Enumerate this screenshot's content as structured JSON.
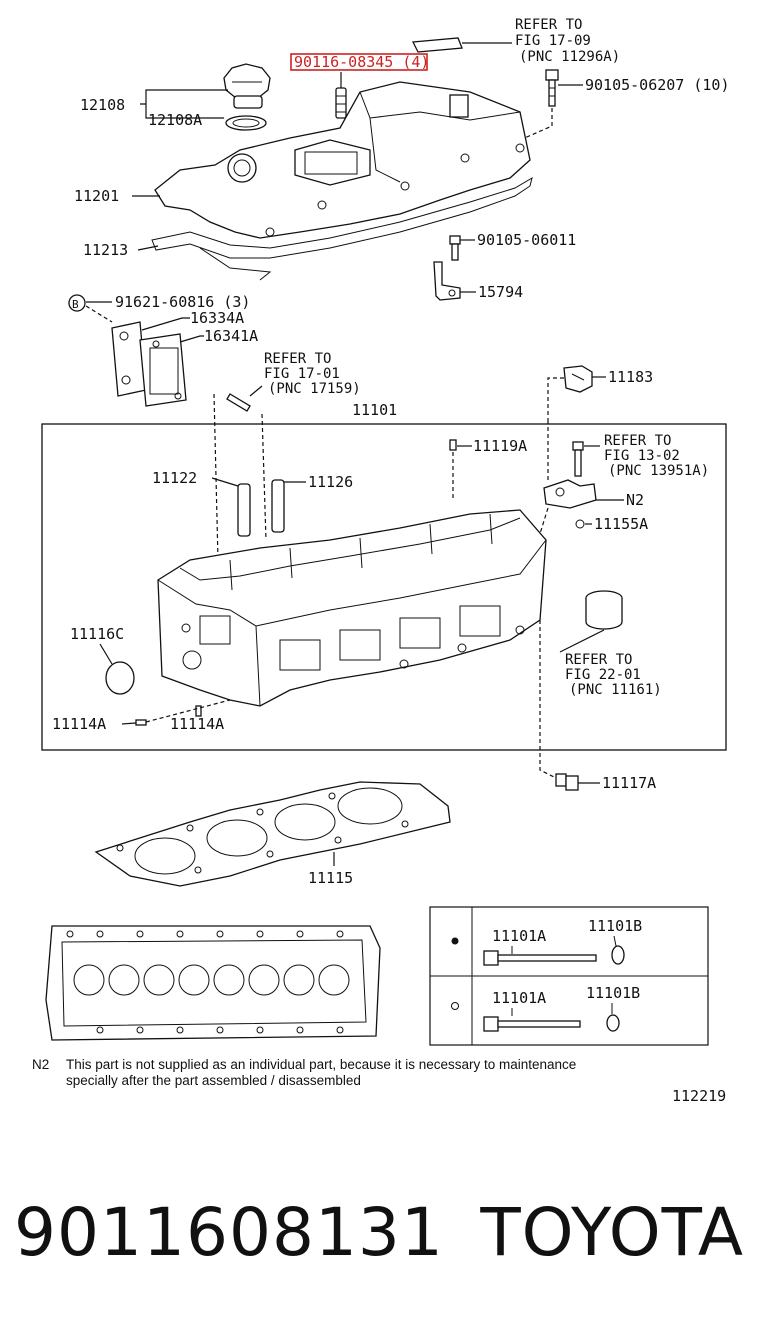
{
  "callouts": {
    "c90116": "90116-08345 (4)",
    "c12108": "12108",
    "c12108a": "12108A",
    "c11201": "11201",
    "c11213": "11213",
    "c90105_06207": "90105-06207 (10)",
    "c90105_06011": "90105-06011",
    "c15794": "15794",
    "c91621": "91621-60816 (3)",
    "cB": "B",
    "c16334a": "16334A",
    "c16341a": "16341A",
    "c11101": "11101",
    "c11183": "11183",
    "c11119a": "11119A",
    "c11122": "11122",
    "c11126": "11126",
    "cN2": "N2",
    "c11155a": "11155A",
    "c11116c": "11116C",
    "c11114a_1": "11114A",
    "c11114a_2": "11114A",
    "c11117a": "11117A",
    "c11115": "11115",
    "t11101a_1": "11101A",
    "t11101b_1": "11101B",
    "t11101a_2": "11101A",
    "t11101b_2": "11101B"
  },
  "refers": {
    "r1": [
      "REFER TO",
      "FIG 17-09",
      "(PNC 11296A)"
    ],
    "r2": [
      "REFER TO",
      "FIG 17-01",
      "(PNC 17159)"
    ],
    "r3": [
      "REFER TO",
      "FIG 13-02",
      "(PNC 13951A)"
    ],
    "r4": [
      "REFER TO",
      "FIG 22-01",
      "(PNC 11161)"
    ]
  },
  "note": {
    "key": "N2",
    "line1": "This part is not supplied as an individual part, because it is necessary to maintenance",
    "line2": "specially after the part assembled / disassembled"
  },
  "figure_code": "112219",
  "footer": {
    "part_number": "9011608131",
    "brand": "TOYOTA"
  },
  "colors": {
    "highlight": "#cc2222",
    "ink": "#111111"
  }
}
